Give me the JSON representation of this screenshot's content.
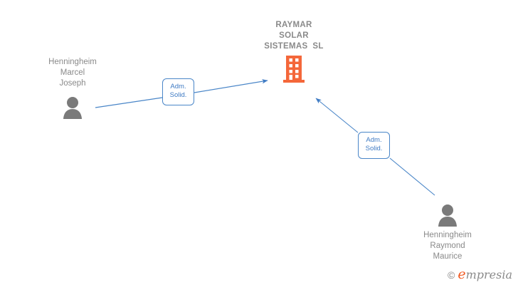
{
  "company": {
    "name_lines": [
      "RAYMAR",
      "SOLAR",
      "SISTEMAS  SL"
    ],
    "icon": "building-icon",
    "color": "#f4673a"
  },
  "persons": [
    {
      "id": "person-left",
      "name_lines": [
        "Henningheim",
        "Marcel",
        "Joseph"
      ],
      "icon": "person-icon",
      "color": "#7a7a7a"
    },
    {
      "id": "person-right",
      "name_lines": [
        "Henningheim",
        "Raymond",
        "Maurice"
      ],
      "icon": "person-icon",
      "color": "#7a7a7a"
    }
  ],
  "relations": [
    {
      "id": "rel-left",
      "label_lines": [
        "Adm.",
        "Solid."
      ],
      "from": "person-left",
      "to": "company",
      "color": "#4a86c8"
    },
    {
      "id": "rel-right",
      "label_lines": [
        "Adm.",
        "Solid."
      ],
      "from": "person-right",
      "to": "company",
      "color": "#4a86c8"
    }
  ],
  "watermark": {
    "copyright": "©",
    "brand_lead": "e",
    "brand_rest": "mpresia",
    "brand_color": "#f15a22",
    "text_color": "#8a8a8a"
  },
  "theme": {
    "background": "#ffffff",
    "edge_color": "#4a86c8",
    "text_color": "#8a8a8a"
  }
}
